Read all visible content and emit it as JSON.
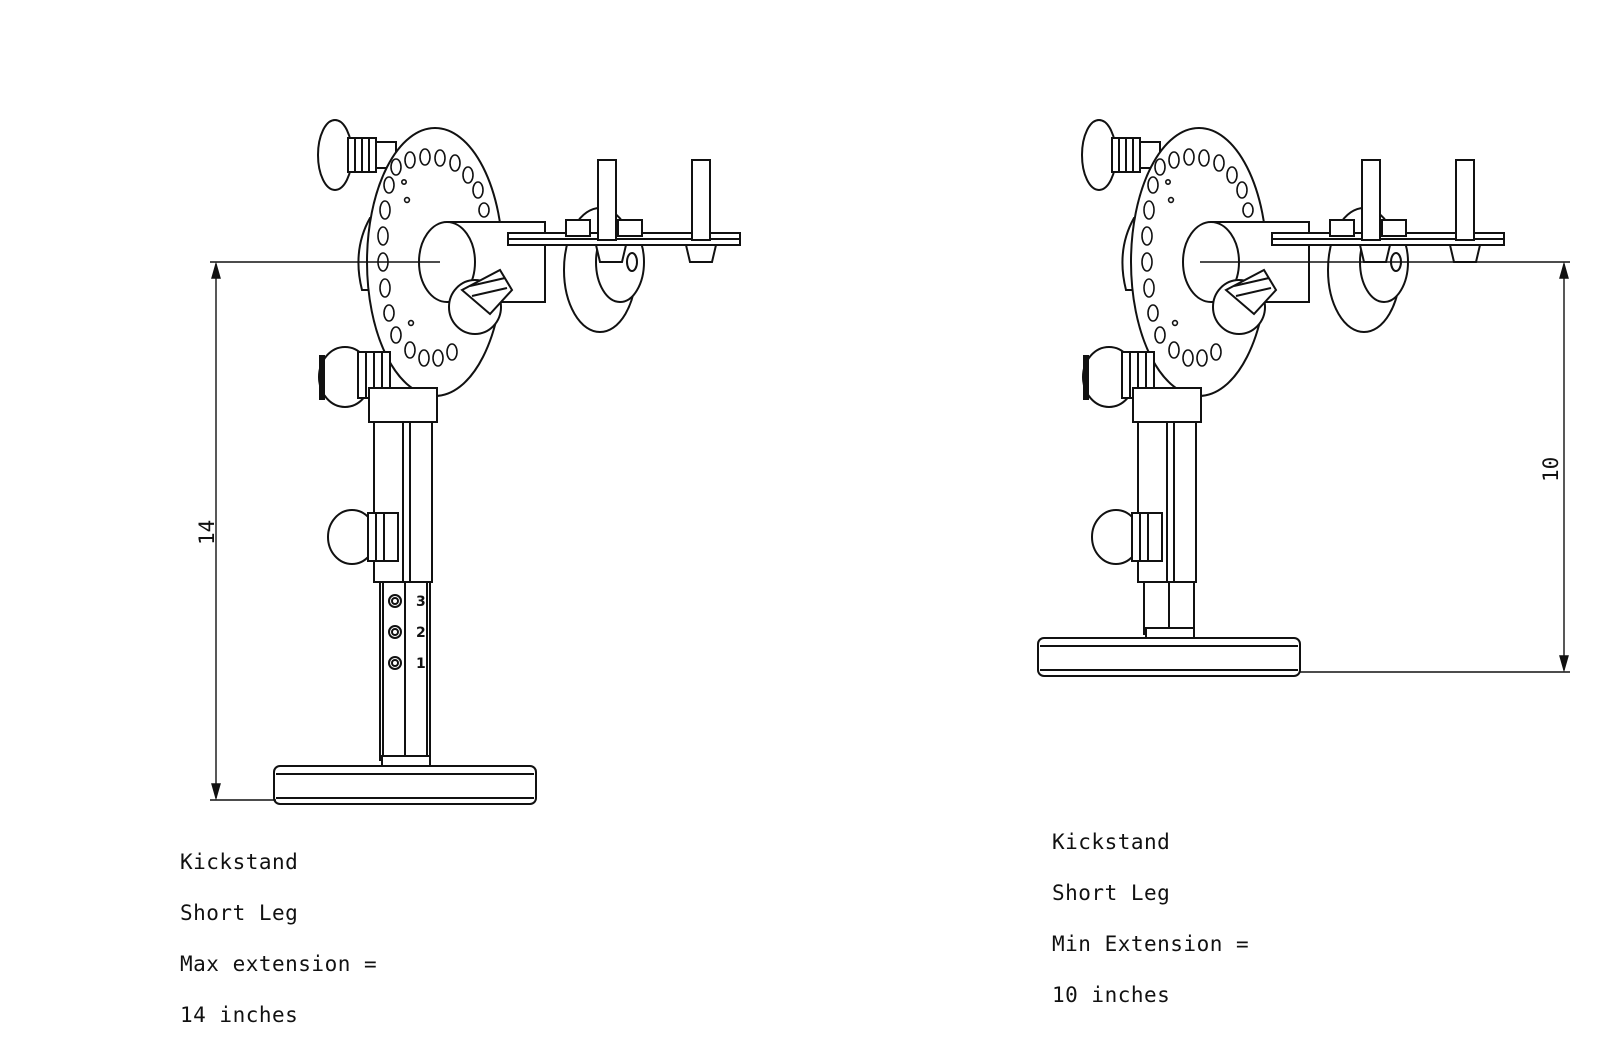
{
  "left_figure": {
    "dimension_value": "14",
    "hole_labels": [
      "3",
      "2",
      "1"
    ],
    "caption": {
      "line1": "Kickstand",
      "line2": "Short Leg",
      "line3": "Max extension =",
      "line4": "14 inches"
    }
  },
  "right_figure": {
    "dimension_value": "10",
    "caption": {
      "line1": "Kickstand",
      "line2": "Short Leg",
      "line3": "Min Extension =",
      "line4": "10 inches"
    }
  },
  "colors": {
    "line": "#111111",
    "background": "#ffffff"
  }
}
